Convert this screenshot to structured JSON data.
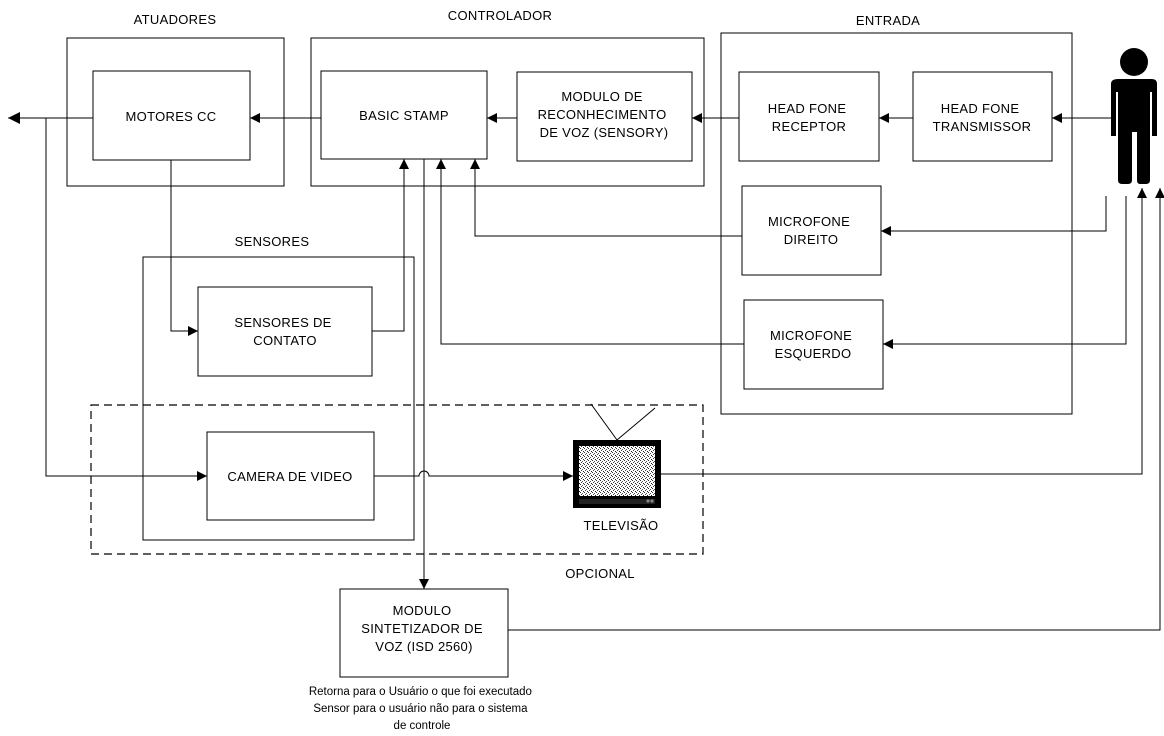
{
  "groups": {
    "atuadores": "ATUADORES",
    "controlador": "CONTROLADOR",
    "entrada": "ENTRADA",
    "sensores": "SENSORES",
    "opcional": "OPCIONAL"
  },
  "blocks": {
    "motores": [
      "MOTORES CC"
    ],
    "basic_stamp": [
      "BASIC STAMP"
    ],
    "modulo_reconhecimento": [
      "MODULO DE",
      "RECONHECIMENTO",
      "DE VOZ (SENSORY)"
    ],
    "head_fone_receptor": [
      "HEAD FONE",
      "RECEPTOR"
    ],
    "head_fone_transmissor": [
      "HEAD FONE",
      "TRANSMISSOR"
    ],
    "microfone_direito": [
      "MICROFONE",
      "DIREITO"
    ],
    "microfone_esquerdo": [
      "MICROFONE",
      "ESQUERDO"
    ],
    "sensores_contato": [
      "SENSORES DE",
      "CONTATO"
    ],
    "camera": [
      "CAMERA DE VIDEO"
    ],
    "sintetizador": [
      "MODULO",
      "SINTETIZADOR DE",
      "VOZ  (ISD 2560)"
    ]
  },
  "television_label": "TELEVISÃO",
  "note": [
    "Retorna para o Usuário o que foi executado",
    "Sensor para o usuário não para o sistema",
    "de controle"
  ],
  "icons": [
    "person-icon",
    "television-icon",
    "arrowhead-icon"
  ]
}
